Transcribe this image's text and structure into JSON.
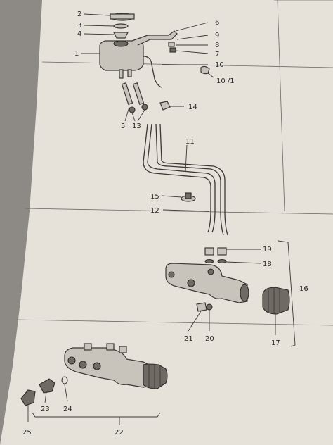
{
  "diagram": {
    "callouts": [
      {
        "id": "c2",
        "text": "2"
      },
      {
        "id": "c3",
        "text": "3"
      },
      {
        "id": "c4",
        "text": "4"
      },
      {
        "id": "c1",
        "text": "1"
      },
      {
        "id": "c6",
        "text": "6"
      },
      {
        "id": "c9",
        "text": "9"
      },
      {
        "id": "c8",
        "text": "8"
      },
      {
        "id": "c7",
        "text": "7"
      },
      {
        "id": "c10",
        "text": "10"
      },
      {
        "id": "c10_1",
        "text": "10 /1"
      },
      {
        "id": "c14",
        "text": "14"
      },
      {
        "id": "c5",
        "text": "5"
      },
      {
        "id": "c13",
        "text": "13"
      },
      {
        "id": "c11",
        "text": "11"
      },
      {
        "id": "c15",
        "text": "15"
      },
      {
        "id": "c12",
        "text": "12"
      },
      {
        "id": "c19",
        "text": "19"
      },
      {
        "id": "c18",
        "text": "18"
      },
      {
        "id": "c16",
        "text": "16"
      },
      {
        "id": "c21",
        "text": "21"
      },
      {
        "id": "c20",
        "text": "20"
      },
      {
        "id": "c17",
        "text": "17"
      },
      {
        "id": "c25",
        "text": "25"
      },
      {
        "id": "c23",
        "text": "23"
      },
      {
        "id": "c24",
        "text": "24"
      },
      {
        "id": "c22",
        "text": "22"
      }
    ]
  },
  "colors": {
    "paper": "#e6e2da",
    "background": "#8d8a86",
    "ink": "#2a2a2a"
  }
}
